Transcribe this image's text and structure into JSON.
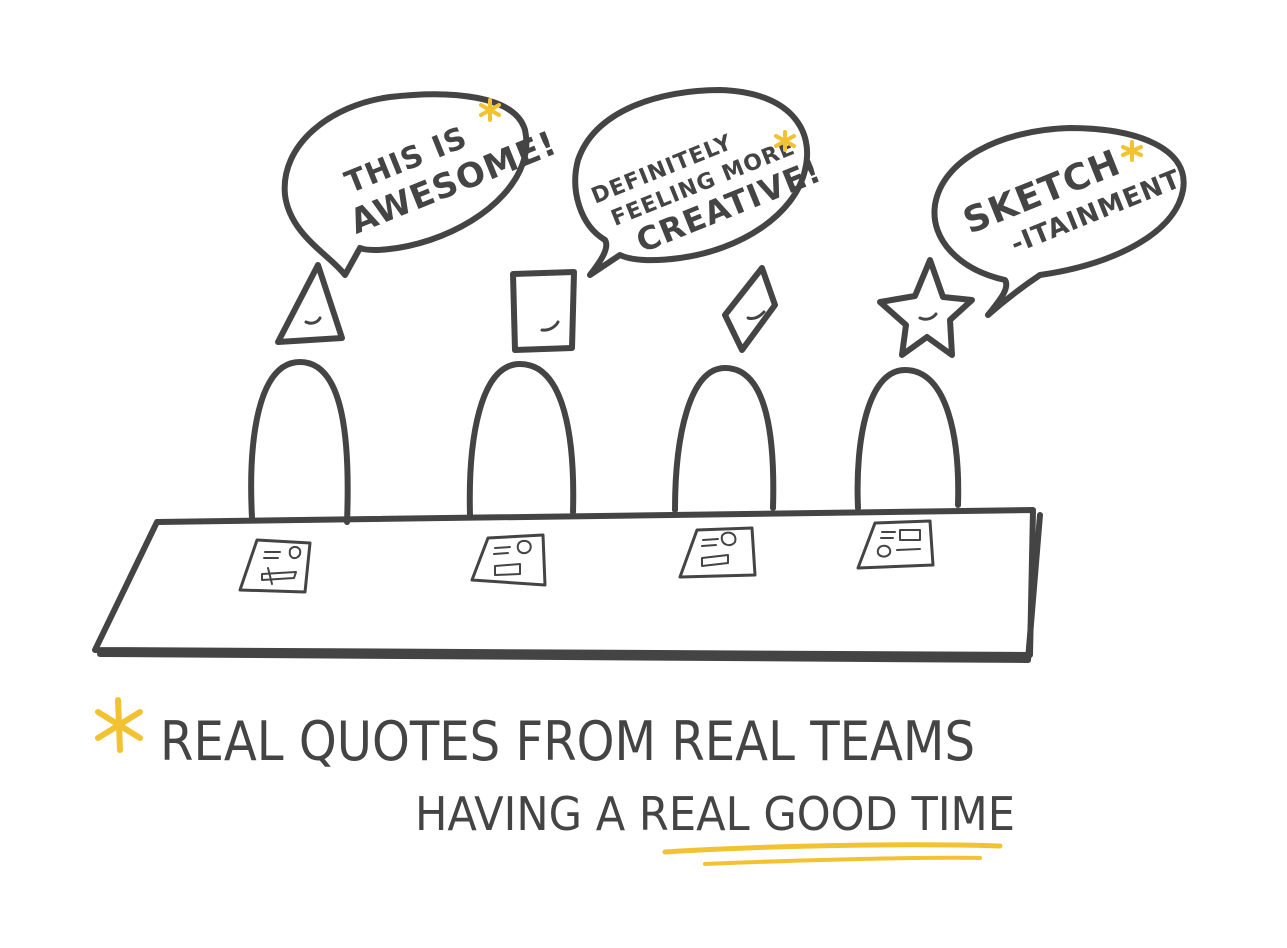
{
  "bubbles": [
    {
      "line1": "THIS IS",
      "line2": "AWESOME!"
    },
    {
      "line1": "DEFINITELY",
      "line2": "FEELING MORE",
      "line3": "CREATIVE!"
    },
    {
      "line1": "SKETCH",
      "line2": "-ITAINMENT"
    }
  ],
  "caption": {
    "line1": "REAL QUOTES FROM REAL TEAMS",
    "line2": "HAVING A REAL GOOD TIME"
  },
  "colors": {
    "ink": "#444444",
    "accent": "#f2c230",
    "background": "#ffffff"
  },
  "icons": [
    "triangle-head-icon",
    "square-head-icon",
    "diamond-head-icon",
    "star-head-icon",
    "sparkle-icon"
  ]
}
